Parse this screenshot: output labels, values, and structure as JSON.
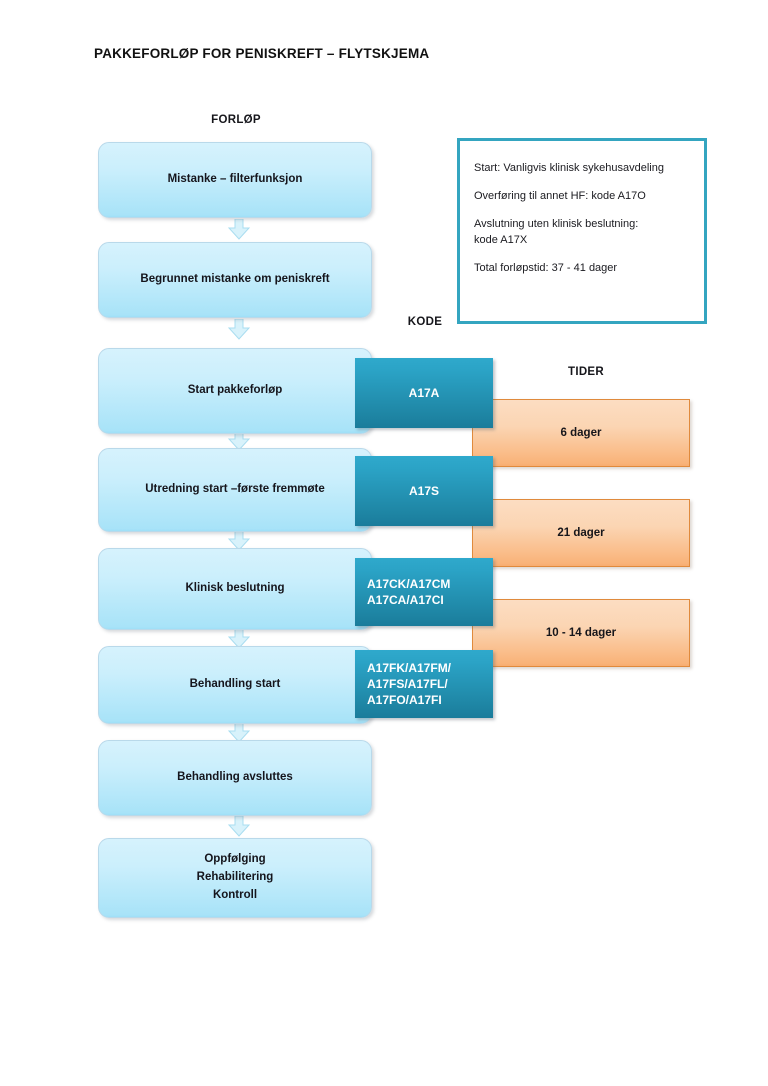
{
  "document": {
    "title": "PAKKEFORLØP FOR PENISKREFT – FLYTSKJEMA"
  },
  "headers": {
    "forlop": "FORLØP",
    "kode": "KODE",
    "tider": "TIDER"
  },
  "flow_steps": [
    {
      "label": "Mistanke – filterfunksjon"
    },
    {
      "label": "Begrunnet mistanke om peniskreft"
    },
    {
      "label": "Start pakkeforløp"
    },
    {
      "label": "Utredning start –første fremmøte"
    },
    {
      "label": "Klinisk beslutning"
    },
    {
      "label": "Behandling start"
    },
    {
      "label": "Behandling avsluttes"
    },
    {
      "label": "Oppfølging\nRehabilitering\nKontroll"
    }
  ],
  "codes": [
    {
      "label": "A17A"
    },
    {
      "label": "A17S"
    },
    {
      "label": "A17CK/A17CM\nA17CA/A17CI"
    },
    {
      "label": "A17FK/A17FM/\nA17FS/A17FL/\nA17FO/A17FI"
    }
  ],
  "times": [
    {
      "label": "6 dager"
    },
    {
      "label": "21 dager"
    },
    {
      "label": "10 - 14 dager"
    }
  ],
  "info_box": {
    "lines": [
      "Start: Vanligvis klinisk sykehusavdeling",
      "Overføring til annet HF: kode A17O",
      "Avslutning uten klinisk beslutning:\nkode A17X",
      "Total forløpstid: 37 - 41 dager"
    ]
  },
  "colors": {
    "flow_box_light": "#d6f2fd",
    "flow_box_dark": "#a8e3f8",
    "flow_box_border": "#b9d9ea",
    "code_box_light": "#2fa9cc",
    "code_box_dark": "#1a7c9b",
    "time_box_light": "#fcddc2",
    "time_box_dark": "#f8ad70",
    "time_box_border": "#e08a3c",
    "info_box_border": "#34a5c0",
    "arrow_fill": "#d8f2fb",
    "arrow_stroke": "#a9ddf0",
    "text": "#15151c",
    "code_text": "#ffffff",
    "background": "#ffffff"
  }
}
